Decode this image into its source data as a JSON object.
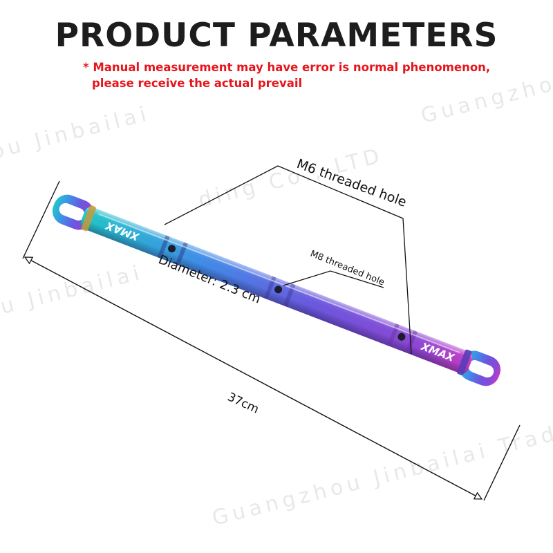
{
  "header": {
    "title": "PRODUCT PARAMETERS",
    "note_line1": "* Manual measurement may have error is normal phenomenon,",
    "note_line2": "please receive the actual prevail"
  },
  "watermark": {
    "company": "Guangzhou Jinbailai Trading Co., LTD",
    "fragment_1": "Guangzhou",
    "fragment_2": "ou Jinbailai",
    "fragment_3": "ding Co., LTD",
    "fragment_4": "Guangzhou Jinbailai Trading",
    "fragment_5": "ou Jinbailai"
  },
  "product": {
    "brand_mark": "XMAX",
    "colors": {
      "start": "#21c7c9",
      "mid1": "#3d8ee8",
      "mid2": "#6a55e0",
      "end": "#c23cc4"
    }
  },
  "annotations": {
    "m6_hole": "M6 threaded hole",
    "m8_hole": "M8 threaded hole",
    "diameter": "Diameter: 2.3 cm",
    "length": "37cm"
  }
}
